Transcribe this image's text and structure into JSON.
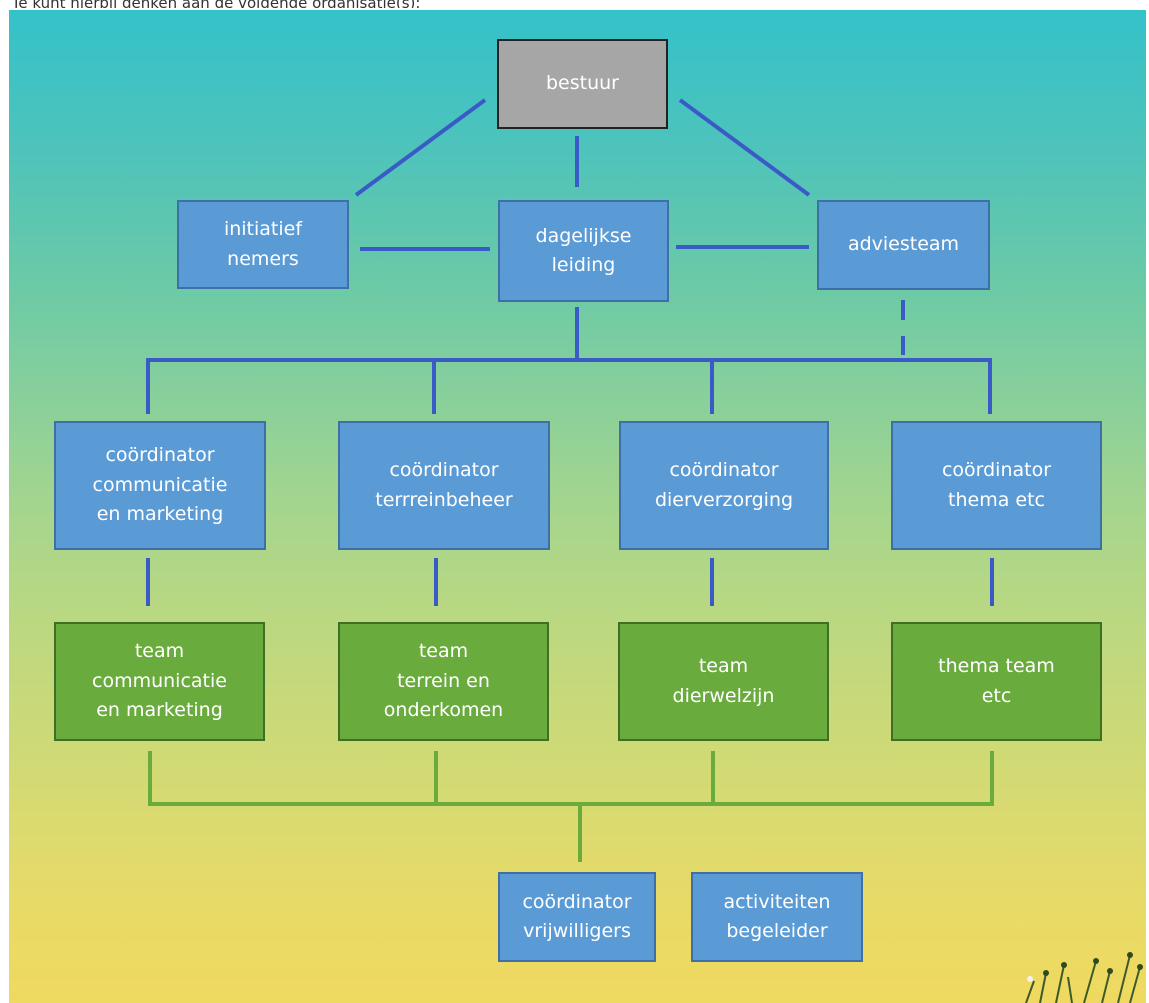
{
  "top_text": "Je kunt hierbij denken aan de volgende organisatie(s):",
  "colors": {
    "blue_box": "#5b9bd5",
    "green_box": "#6aab3e",
    "grey_box": "#a6a6a6",
    "blue_line": "#3a5bc7",
    "green_line": "#6aab3e"
  },
  "diagram": {
    "bestuur": "bestuur",
    "initiatiefnemers": "initiatief\nnemers",
    "dagelijkse_leiding": "dagelijkse\nleiding",
    "adviesteam": "adviesteam",
    "coordinators": [
      "coördinator\ncommunicatie\nen marketing",
      "coördinator\nterrreinbeheer",
      "coördinator\ndierverzorging",
      "coördinator\nthema etc"
    ],
    "teams": [
      "team\ncommunicatie\nen marketing",
      "team\nterrein en\nonderkomen",
      "team\ndierwelzijn",
      "thema        team\netc"
    ],
    "coordinator_vrijwilligers": "coördinator\nvrijwilligers",
    "activiteiten_begeleider": "activiteiten\nbegeleider"
  }
}
